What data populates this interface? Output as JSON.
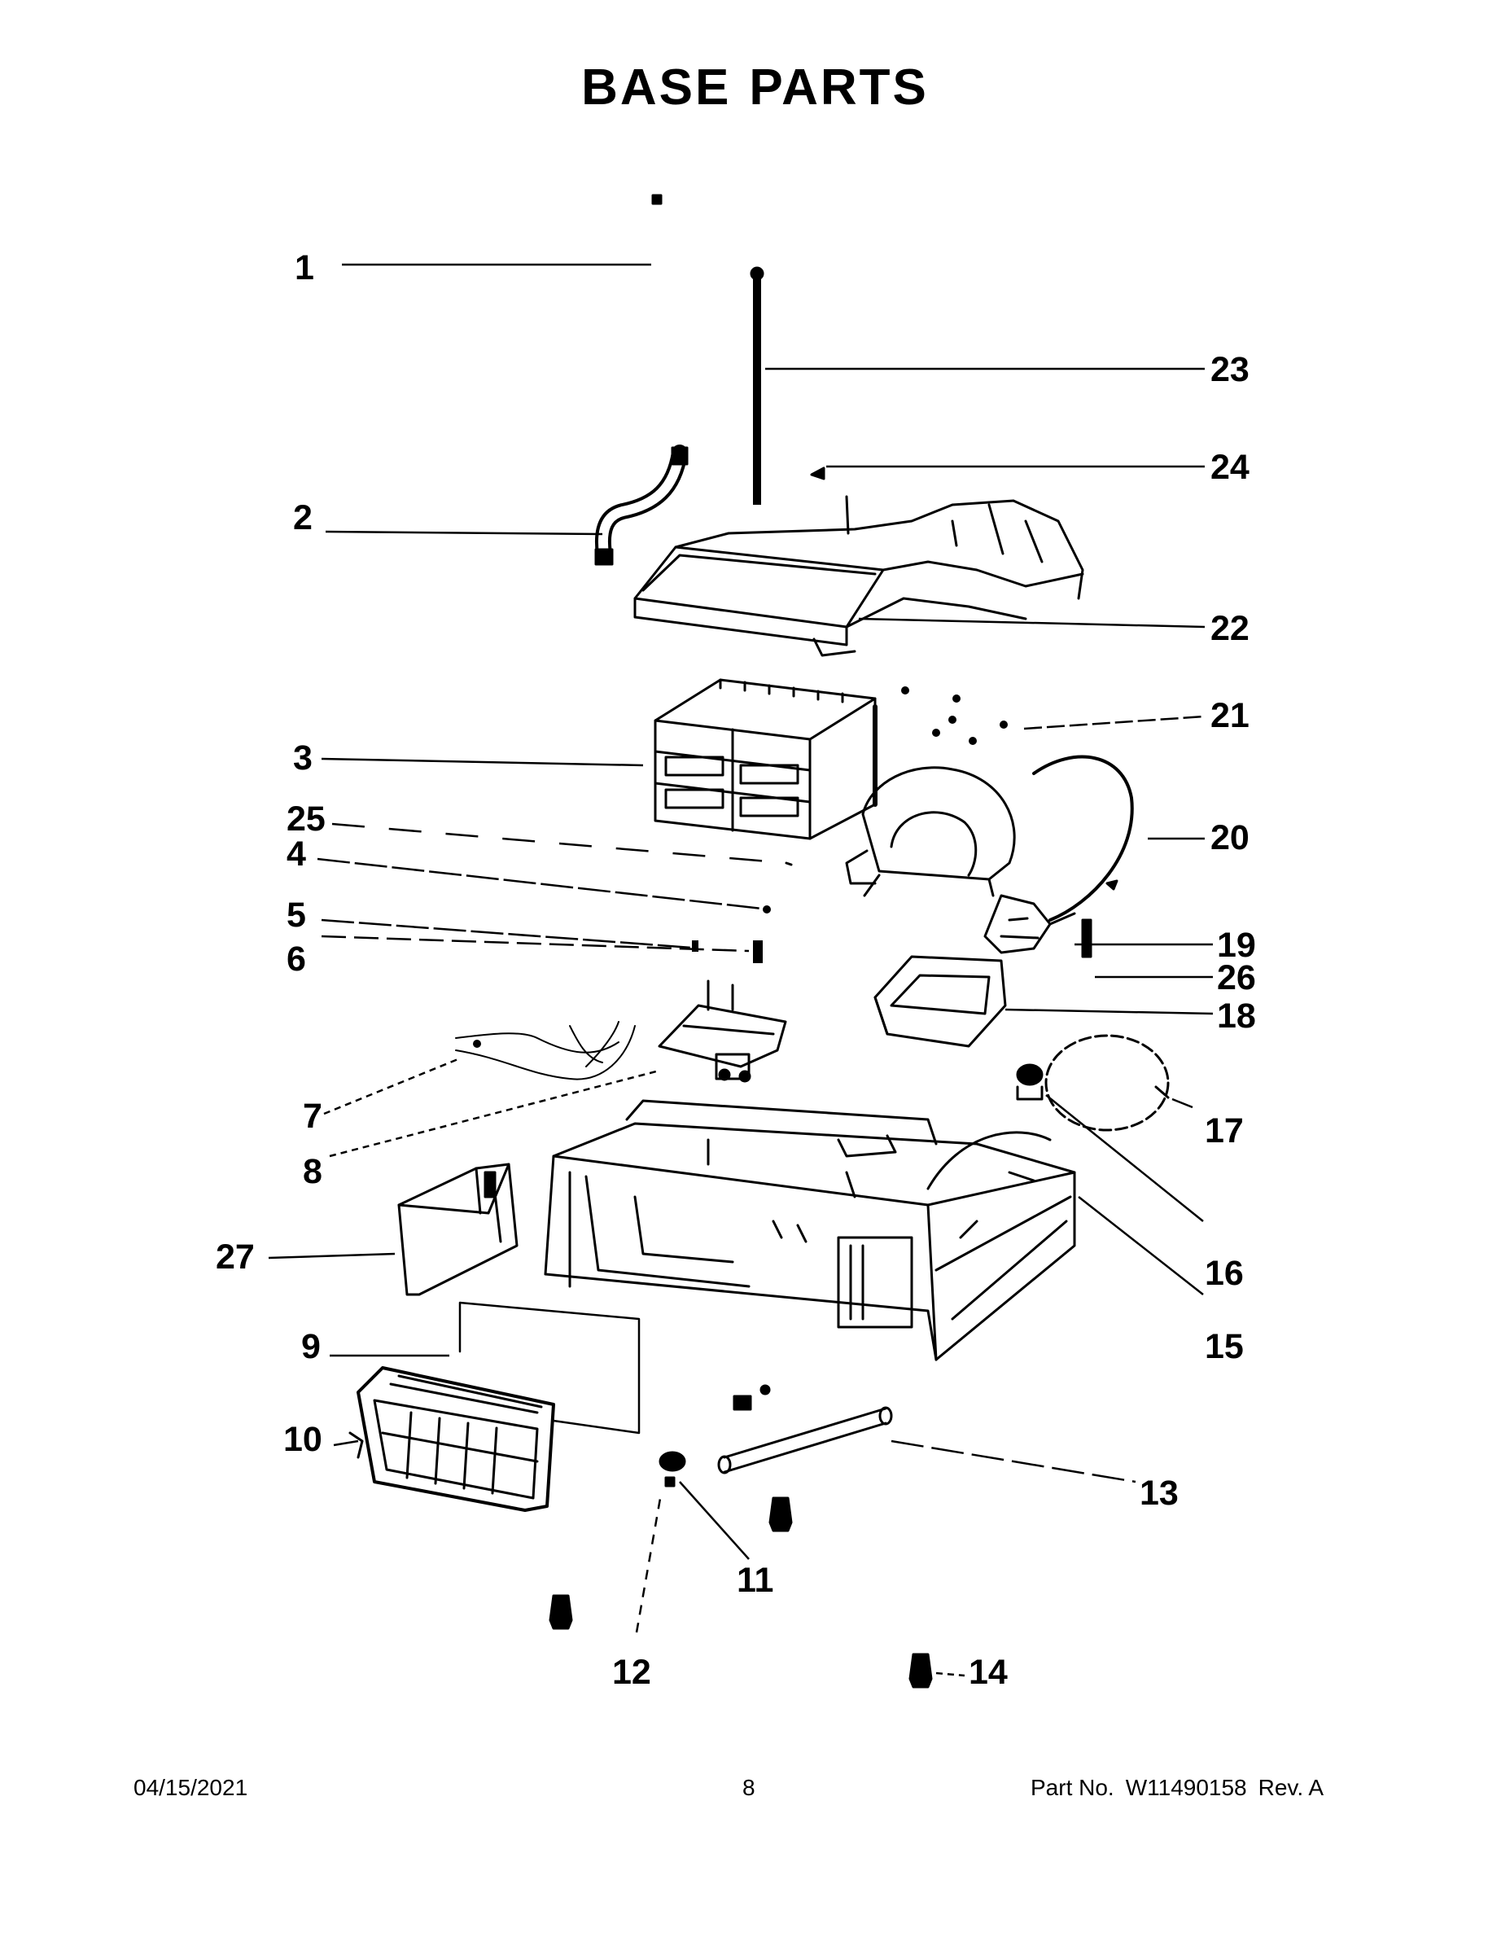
{
  "title": {
    "word1": "BASE",
    "word2": "PARTS"
  },
  "callouts": [
    "1",
    "2",
    "3",
    "4",
    "5",
    "6",
    "7",
    "8",
    "9",
    "10",
    "11",
    "12",
    "13",
    "14",
    "15",
    "16",
    "17",
    "18",
    "19",
    "20",
    "21",
    "22",
    "23",
    "24",
    "25",
    "26",
    "27"
  ],
  "footer": {
    "date": "04/15/2021",
    "page": "8",
    "part_label": "Part No.",
    "part_number": "W11490158",
    "revision": "Rev. A"
  }
}
